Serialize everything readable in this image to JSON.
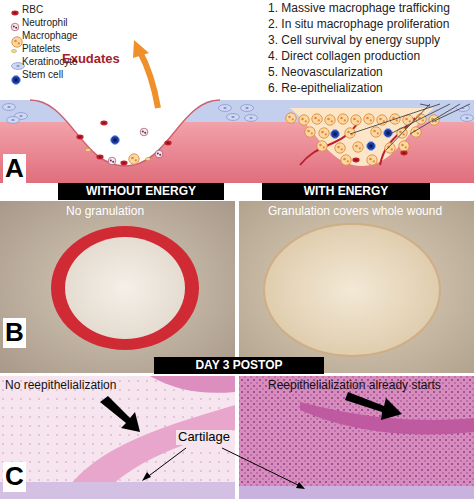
{
  "diagram": {
    "nodes": [
      {
        "text": [
          "WITHOUT ENERGY"
        ]
      },
      {
        "text": [
          "WITH ENERGY"
        ]
      },
      {
        "text": [
          "DAY 3 POSTOP"
        ]
      }
    ],
    "labels": [
      "Exudates",
      "1. Massive macrophage trafficking",
      "2. In situ macrophage proliferation",
      "3. Cell survival by energy supply",
      "4. Direct collagen production",
      "5. Neovascularization",
      "6. Re-epithelialization",
      "A",
      "No granulation",
      "Granulation covers whole wound",
      "B",
      "No reepithelialization",
      "Reepithelialization already starts",
      "Cartilage",
      "C"
    ],
    "legend": [
      {
        "text": "RBC"
      },
      {
        "text": "Neutrophil"
      },
      {
        "text": "Macrophage"
      },
      {
        "text": "Platelets"
      },
      {
        "text": "Keratinocyte"
      },
      {
        "text": "Stem cell"
      }
    ]
  }
}
